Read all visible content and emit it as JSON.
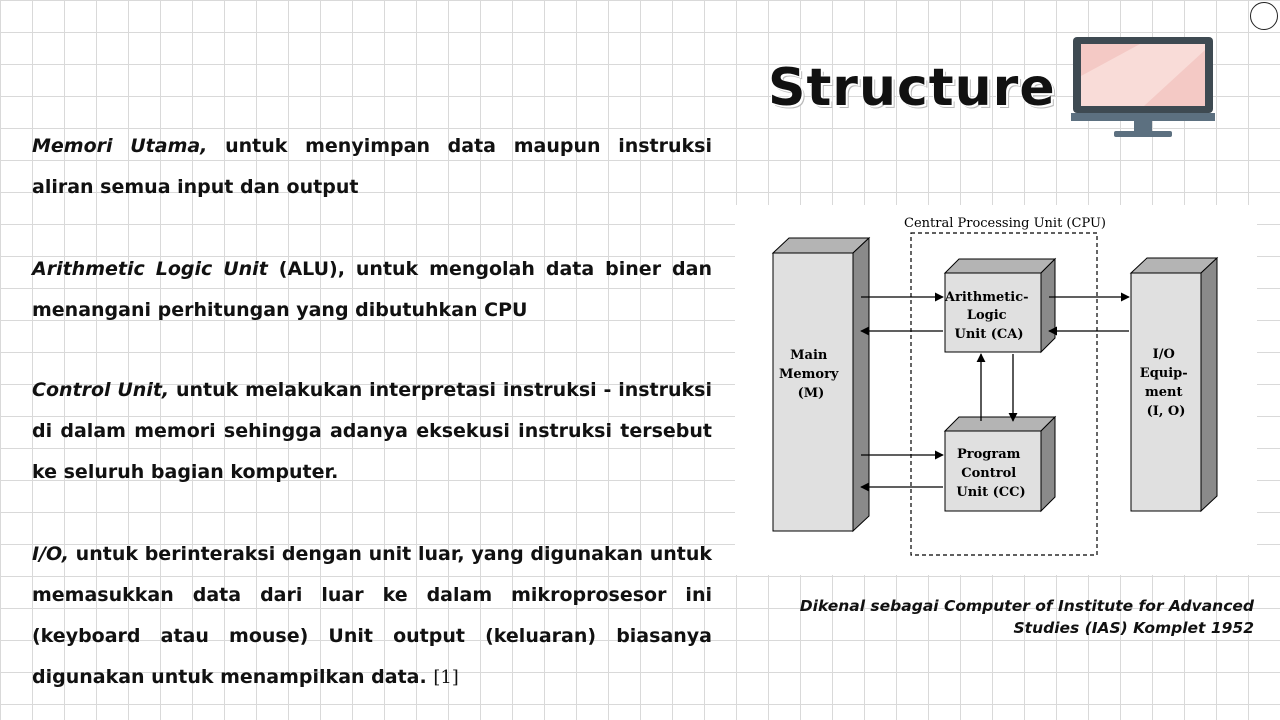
{
  "slide": {
    "title": "Structure",
    "icons": {
      "monitor": "monitor-icon",
      "corner": "circle-icon"
    }
  },
  "paragraphs": [
    {
      "term": "Memori Utama,",
      "text": " untuk menyimpan data maupun instruksi aliran semua input dan output",
      "ref": ""
    },
    {
      "term": "Arithmetic Logic Unit",
      "text": " (ALU), untuk mengolah data biner dan menangani perhitungan yang dibutuhkan CPU",
      "ref": ""
    },
    {
      "term": "Control Unit,",
      "text": " untuk melakukan interpretasi instruksi - instruksi di dalam memori sehingga adanya eksekusi instruksi tersebut ke seluruh bagian komputer.",
      "ref": ""
    },
    {
      "term": "I/O,",
      "text": " untuk berinteraksi dengan unit luar, yang digunakan untuk memasukkan data dari luar ke dalam mikroprosesor ini (keyboard atau mouse) Unit output (keluaran) biasanya digunakan untuk menampilkan data.",
      "ref": "[1]"
    }
  ],
  "diagram": {
    "cpu_label": "Central Processing Unit (CPU)",
    "main_memory": [
      "Main",
      "Memory",
      "(M)"
    ],
    "alu": [
      "Arithmetic-",
      "Logic",
      "Unit (CA)"
    ],
    "pcu": [
      "Program",
      "Control",
      "Unit (CC)"
    ],
    "io": [
      "I/O",
      "Equip-",
      "ment",
      "(I, O)"
    ]
  },
  "caption": {
    "line1": "Dikenal sebagai Computer of Institute for Advanced",
    "line2": "Studies (IAS) Komplet 1952"
  },
  "colors": {
    "box_front": "#e0e0e0",
    "box_side": "#8a8a8a",
    "box_top": "#b4b4b4",
    "monitor_frame": "#3e4a52",
    "monitor_screen": "#f4c9c5",
    "monitor_stand": "#5c7080"
  }
}
